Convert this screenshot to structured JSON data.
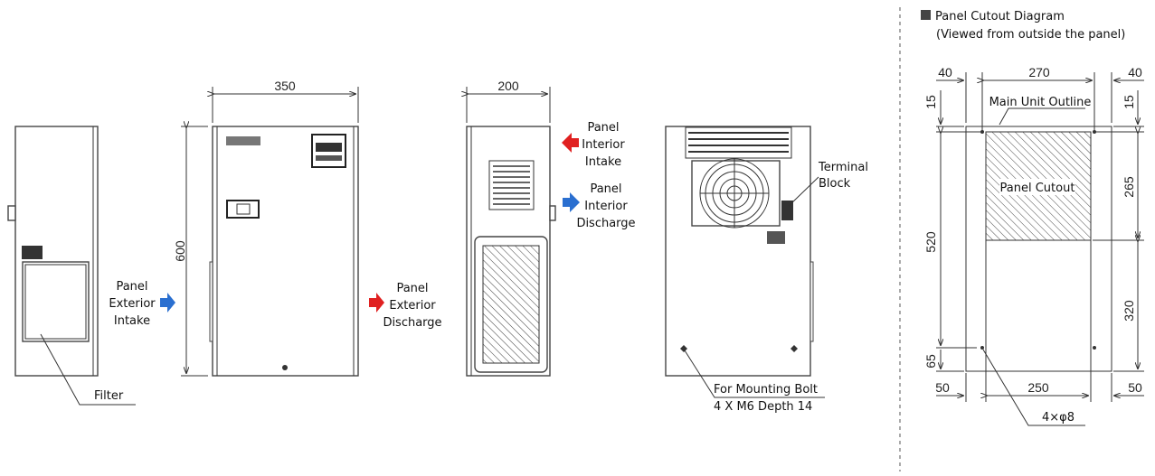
{
  "views": {
    "side_left": {
      "filter_label": "Filter"
    },
    "front": {
      "width_dim": "350",
      "height_dim": "600"
    },
    "side_right": {
      "width_dim": "200"
    },
    "back": {
      "terminal_label": [
        "Terminal",
        "Block"
      ],
      "mount_label": [
        "For Mounting Bolt",
        "4 X M6 Depth 14"
      ]
    }
  },
  "airflow": {
    "exterior_intake": [
      "Panel",
      "Exterior",
      "Intake"
    ],
    "exterior_discharge": [
      "Panel",
      "Exterior",
      "Discharge"
    ],
    "interior_intake": [
      "Panel",
      "Interior",
      "Intake"
    ],
    "interior_discharge": [
      "Panel",
      "Interior",
      "Discharge"
    ],
    "intake_color": "#2a6fd0",
    "discharge_color": "#e02020"
  },
  "cutout": {
    "title": "Panel Cutout Diagram",
    "subtitle": "(Viewed from outside the panel)",
    "outline_label": "Main Unit Outline",
    "cutout_label": "Panel Cutout",
    "top_dims": [
      "40",
      "270",
      "40"
    ],
    "left_dims": [
      "15",
      "520",
      "65"
    ],
    "right_dims": [
      "15",
      "265",
      "320"
    ],
    "bottom_dims": [
      "50",
      "250",
      "50"
    ],
    "hole_label": "4×φ8"
  }
}
